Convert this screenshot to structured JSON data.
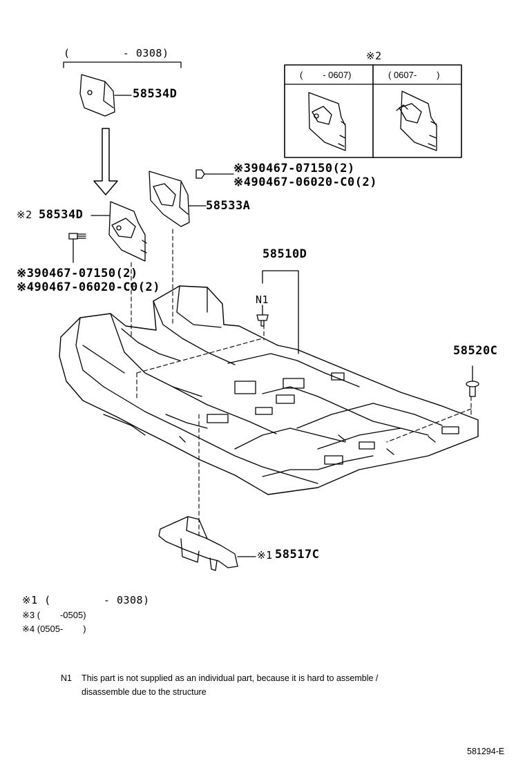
{
  "top_range_label": "(        - 0308)",
  "part_58534D_top": "58534D",
  "part_58534D_left": "58534D",
  "note_mark_2_left": "※2",
  "inset": {
    "title": "※2",
    "col_left": "(        - 0607)",
    "col_right": "( 0607-        )"
  },
  "bolt_right": {
    "line1": "※390467-07150(2)",
    "line2": "※490467-06020-C0(2)"
  },
  "part_58533A": "58533A",
  "bolt_left": {
    "line1": "※390467-07150(2)",
    "line2": "※490467-06020-C0(2)"
  },
  "part_58510D": "58510D",
  "n1_marker": "N1",
  "part_58520C": "58520C",
  "part_58517C": "58517C",
  "note_mark_1_part": "※1",
  "legend": [
    "※1 (        - 0308)",
    "※3 (        -0505)",
    "※4 (0505-        )"
  ],
  "footnote": {
    "code": "N1",
    "line1": "This part is not supplied as an individual part, because it is hard to assemble /",
    "line2": "disassemble due to the structure"
  },
  "diagram_id": "581294-E"
}
